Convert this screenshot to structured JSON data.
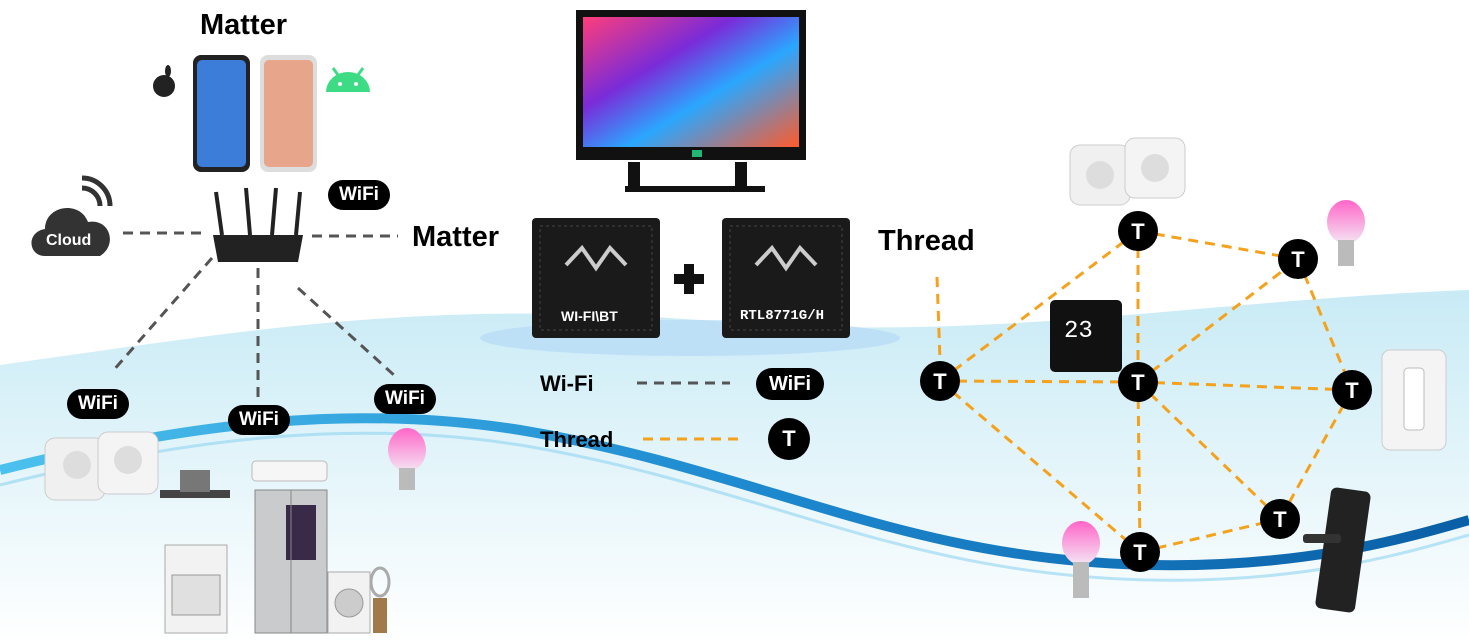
{
  "title": "Matter",
  "cloud_label": "Cloud",
  "matter_label": "Matter",
  "thread_label": "Thread",
  "wifi_badge": "WiFi",
  "chip_left_label": "WI-FI\\BT",
  "chip_right_label": "RTL8771G/H",
  "legend": {
    "wifi_label": "Wi-Fi",
    "thread_label": "Thread",
    "thread_symbol": "T"
  },
  "thermostat_display": "23",
  "thread_node_symbol": "T",
  "colors": {
    "wifi_line": "#555555",
    "thread_line": "#f4a21c",
    "wave_blue": "#1b8fd0",
    "node_fill": "#000000"
  }
}
